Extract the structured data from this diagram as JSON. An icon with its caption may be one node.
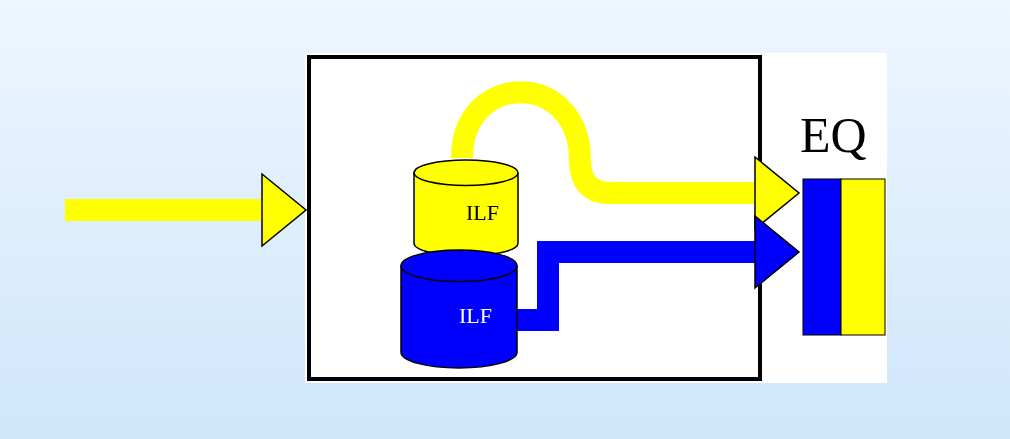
{
  "diagram": {
    "nodes": [
      {
        "text": [],
        "shape": "box"
      },
      {
        "text": [
          "ILF"
        ],
        "in": 0
      },
      {
        "text": [
          "ILF"
        ],
        "in": 0
      },
      {
        "text": [
          "EQ"
        ]
      }
    ],
    "edges": [
      {
        "from": null,
        "to": 0,
        "arrow": "to",
        "color": "#ffff00"
      },
      {
        "from": 1,
        "to": 3,
        "arrow": "to",
        "color": "#ffff00"
      },
      {
        "from": 2,
        "to": 3,
        "arrow": "to",
        "color": "#0000ff"
      }
    ]
  }
}
